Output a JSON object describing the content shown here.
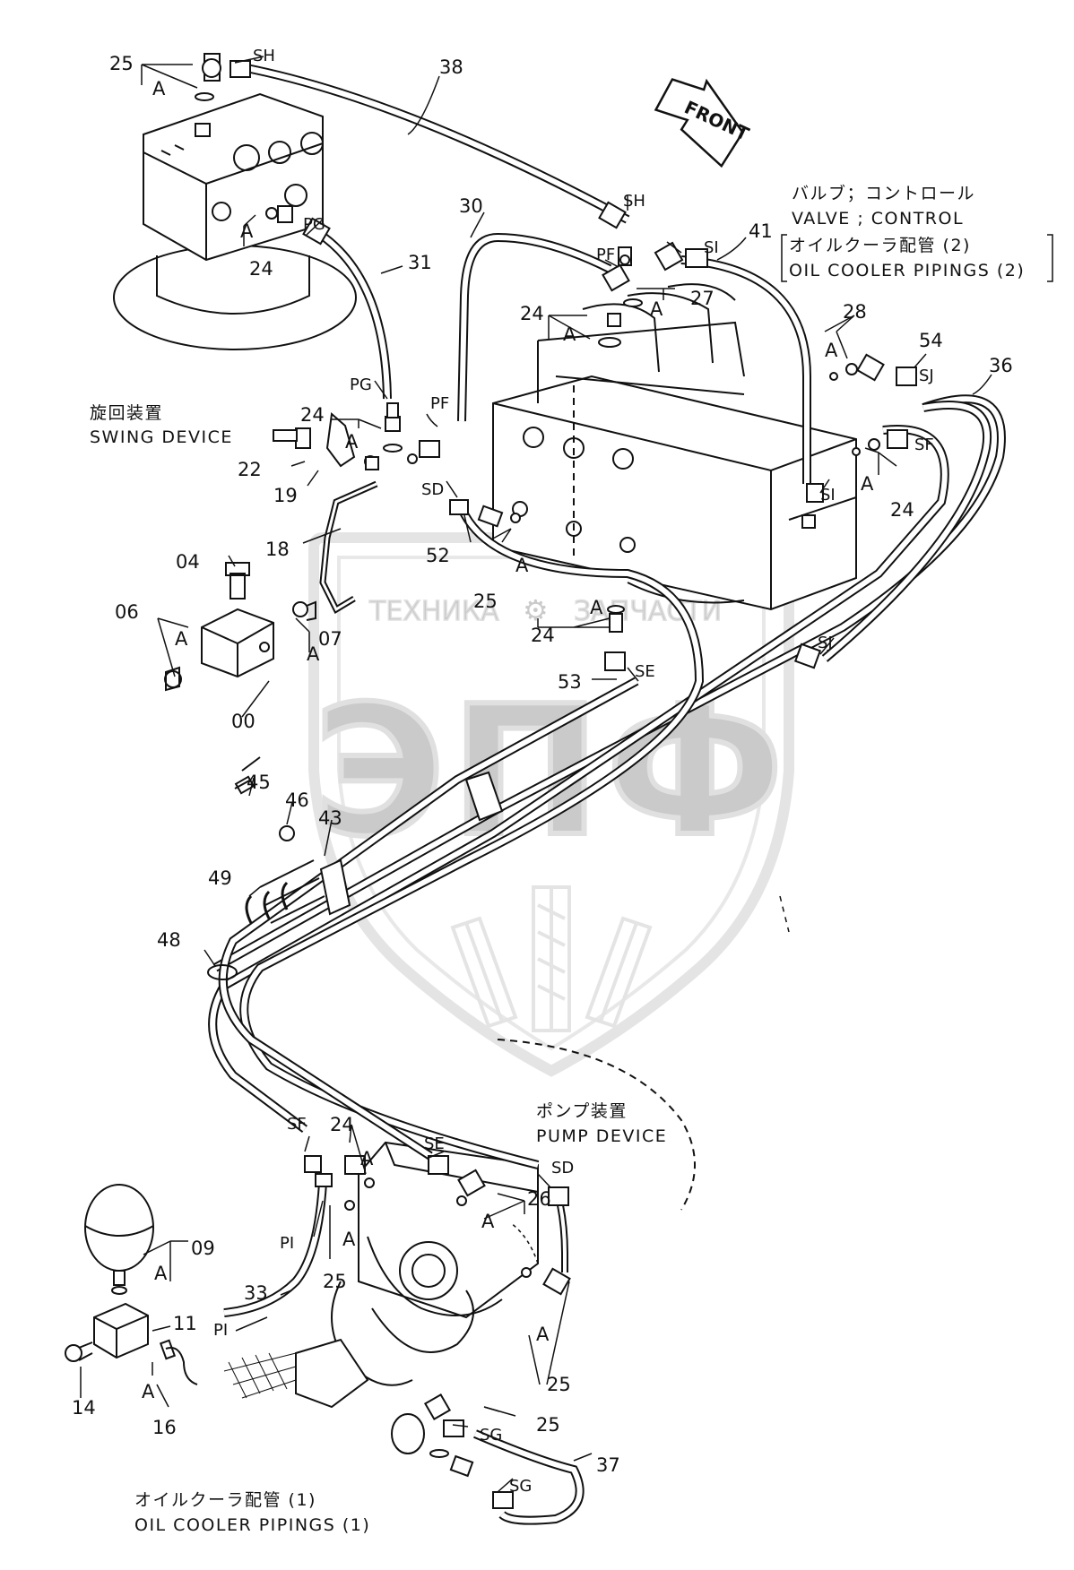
{
  "front_arrow": "FRONT",
  "captions": {
    "swing_device_jp": "旋回装置",
    "swing_device_en": "SWING DEVICE",
    "valve_jp": "バルブ；コントロール",
    "valve_en": "VALVE ; CONTROL",
    "oil_cooler_2_jp": "オイルクーラ配管 (2)",
    "oil_cooler_2_en": "OIL COOLER PIPINGS (2)",
    "pump_device_jp": "ポンプ装置",
    "pump_device_en": "PUMP DEVICE",
    "oil_cooler_1_jp": "オイルクーラ配管 (1)",
    "oil_cooler_1_en": "OIL COOLER PIPINGS (1)"
  },
  "watermark": {
    "top_left": "ТЕХНИКА",
    "top_right": "ЗАПЧАСТИ",
    "logo": "ЭПФ"
  },
  "labels": [
    {
      "id": "p25a",
      "text": "25"
    },
    {
      "id": "a1",
      "text": "A"
    },
    {
      "id": "sh1",
      "text": "SH"
    },
    {
      "id": "p38",
      "text": "38"
    },
    {
      "id": "a2",
      "text": "A"
    },
    {
      "id": "p24a",
      "text": "24"
    },
    {
      "id": "pg1",
      "text": "PG"
    },
    {
      "id": "p31",
      "text": "31"
    },
    {
      "id": "pg2",
      "text": "PG"
    },
    {
      "id": "p30",
      "text": "30"
    },
    {
      "id": "sh2",
      "text": "SH"
    },
    {
      "id": "pf1",
      "text": "PF"
    },
    {
      "id": "si1",
      "text": "SI"
    },
    {
      "id": "p41",
      "text": "41"
    },
    {
      "id": "p27",
      "text": "27"
    },
    {
      "id": "a3",
      "text": "A"
    },
    {
      "id": "p24b",
      "text": "24"
    },
    {
      "id": "a4",
      "text": "A"
    },
    {
      "id": "p28",
      "text": "28"
    },
    {
      "id": "a5",
      "text": "A"
    },
    {
      "id": "p54",
      "text": "54"
    },
    {
      "id": "sj1",
      "text": "SJ"
    },
    {
      "id": "p36",
      "text": "36"
    },
    {
      "id": "pf2",
      "text": "PF"
    },
    {
      "id": "p24c",
      "text": "24"
    },
    {
      "id": "a6",
      "text": "A"
    },
    {
      "id": "p22",
      "text": "22"
    },
    {
      "id": "p19",
      "text": "19"
    },
    {
      "id": "sd1",
      "text": "SD"
    },
    {
      "id": "sf1",
      "text": "SF"
    },
    {
      "id": "si2",
      "text": "SI"
    },
    {
      "id": "a7",
      "text": "A"
    },
    {
      "id": "p24d",
      "text": "24"
    },
    {
      "id": "p18",
      "text": "18"
    },
    {
      "id": "p52",
      "text": "52"
    },
    {
      "id": "a8",
      "text": "A"
    },
    {
      "id": "p04",
      "text": "04"
    },
    {
      "id": "p25b",
      "text": "25"
    },
    {
      "id": "a9",
      "text": "A"
    },
    {
      "id": "p06",
      "text": "06"
    },
    {
      "id": "a10",
      "text": "A"
    },
    {
      "id": "p07",
      "text": "07"
    },
    {
      "id": "a11",
      "text": "A"
    },
    {
      "id": "p24e",
      "text": "24"
    },
    {
      "id": "sj2",
      "text": "SJ"
    },
    {
      "id": "p53",
      "text": "53"
    },
    {
      "id": "se1",
      "text": "SE"
    },
    {
      "id": "p00",
      "text": "00"
    },
    {
      "id": "p45",
      "text": "45"
    },
    {
      "id": "p46",
      "text": "46"
    },
    {
      "id": "p43",
      "text": "43"
    },
    {
      "id": "p49",
      "text": "49"
    },
    {
      "id": "p48",
      "text": "48"
    },
    {
      "id": "sf2",
      "text": "SF"
    },
    {
      "id": "p24f",
      "text": "24"
    },
    {
      "id": "se2",
      "text": "SE"
    },
    {
      "id": "a12",
      "text": "A"
    },
    {
      "id": "sd2",
      "text": "SD"
    },
    {
      "id": "p26",
      "text": "26"
    },
    {
      "id": "a13",
      "text": "A"
    },
    {
      "id": "p09",
      "text": "09"
    },
    {
      "id": "a14",
      "text": "A"
    },
    {
      "id": "pi1",
      "text": "PI"
    },
    {
      "id": "p25c",
      "text": "25"
    },
    {
      "id": "p33",
      "text": "33"
    },
    {
      "id": "pi2",
      "text": "PI"
    },
    {
      "id": "p11",
      "text": "11"
    },
    {
      "id": "a15",
      "text": "A"
    },
    {
      "id": "p25d",
      "text": "25"
    },
    {
      "id": "p14",
      "text": "14"
    },
    {
      "id": "a16",
      "text": "A"
    },
    {
      "id": "p16",
      "text": "16"
    },
    {
      "id": "a17",
      "text": "A"
    },
    {
      "id": "p25e",
      "text": "25"
    },
    {
      "id": "sg1",
      "text": "SG"
    },
    {
      "id": "p37",
      "text": "37"
    },
    {
      "id": "sg2",
      "text": "SG"
    }
  ]
}
